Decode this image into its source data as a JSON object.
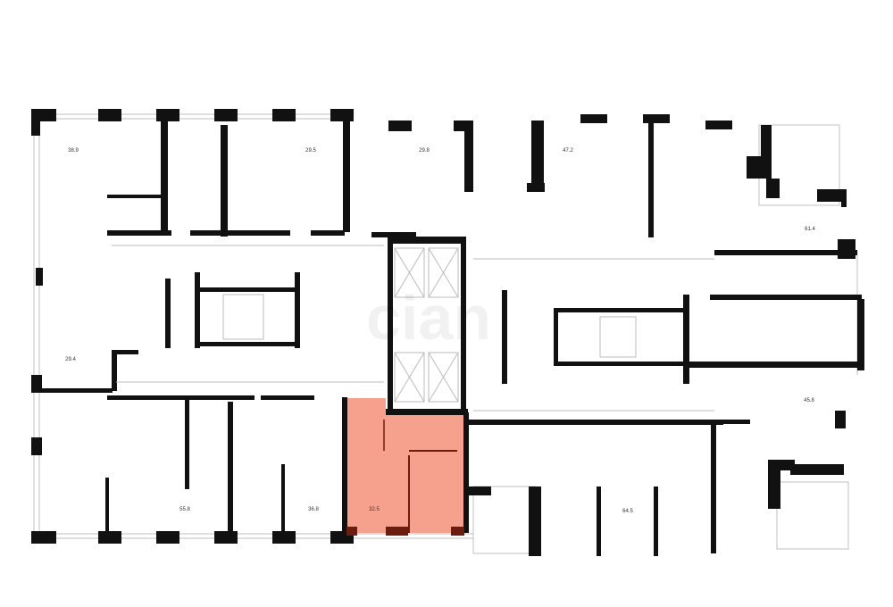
{
  "plan": {
    "watermark": "cian",
    "highlight_color": "#f4907a",
    "highlighted_unit": "32.5",
    "units": [
      {
        "id": "u1",
        "area": "38.9"
      },
      {
        "id": "u2",
        "area": "29.5"
      },
      {
        "id": "u3",
        "area": "29.8"
      },
      {
        "id": "u4",
        "area": "47.2"
      },
      {
        "id": "u5",
        "area": "61.4"
      },
      {
        "id": "u6",
        "area": "29.4"
      },
      {
        "id": "u7",
        "area": "55.8"
      },
      {
        "id": "u8",
        "area": "36.8"
      },
      {
        "id": "u9",
        "area": "32.5"
      },
      {
        "id": "u10",
        "area": "64.5"
      },
      {
        "id": "u11",
        "area": "45.8"
      }
    ]
  }
}
